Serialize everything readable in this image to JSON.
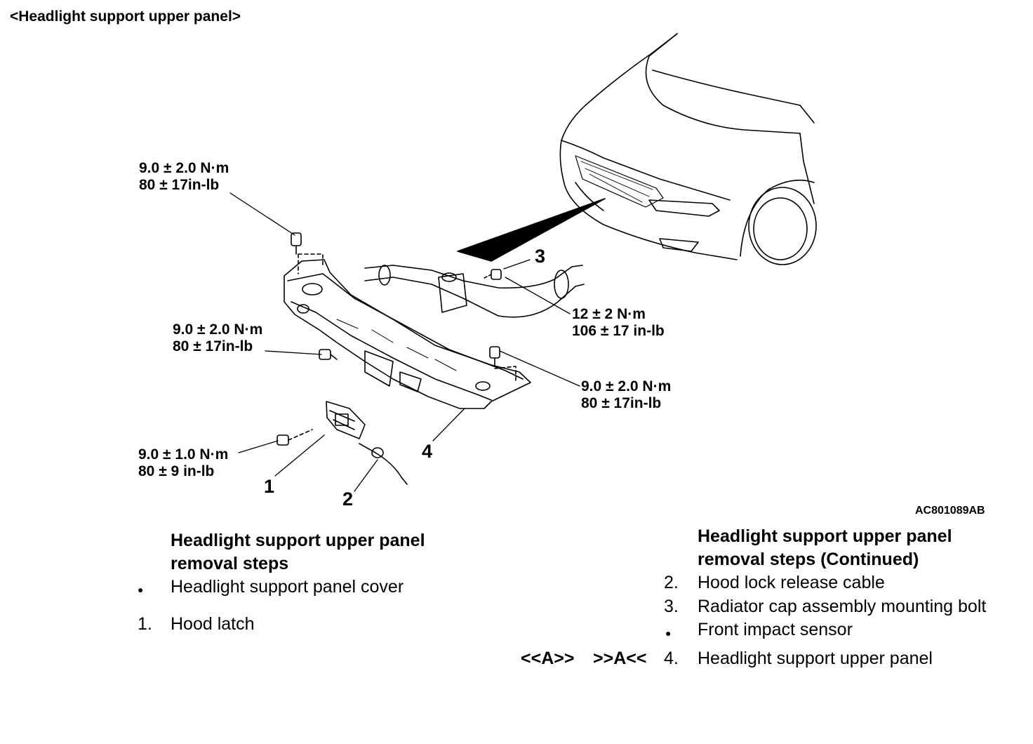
{
  "header": {
    "title": "<Headlight support upper panel>"
  },
  "figure": {
    "reference": "AC801089AB",
    "torques": [
      {
        "nm": "9.0 ± 2.0 N·m",
        "inlb": "80 ± 17in-lb"
      },
      {
        "nm": "9.0 ± 2.0 N·m",
        "inlb": "80 ± 17in-lb"
      },
      {
        "nm": "12 ± 2 N·m",
        "inlb": "106 ± 17 in-lb"
      },
      {
        "nm": "9.0 ± 2.0 N·m",
        "inlb": "80 ± 17in-lb"
      },
      {
        "nm": "9.0 ± 1.0 N·m",
        "inlb": "80 ± 9 in-lb"
      }
    ],
    "callouts": [
      "1",
      "2",
      "3",
      "4"
    ]
  },
  "steps_left": {
    "heading_line1": "Headlight support upper panel",
    "heading_line2": "removal steps",
    "items": [
      {
        "marker": "●",
        "text": "Headlight support panel cover"
      },
      {
        "marker": "1.",
        "text": "Hood latch"
      }
    ]
  },
  "steps_right": {
    "heading_line1": "Headlight support upper panel",
    "heading_line2": "removal steps (Continued)",
    "items": [
      {
        "marker": "2.",
        "text": "Hood lock release cable"
      },
      {
        "marker": "3.",
        "text": "Radiator cap assembly mounting bolt"
      },
      {
        "marker": "●",
        "text": "Front impact sensor"
      },
      {
        "marker": "4.",
        "text": "Headlight support upper panel",
        "ref_a": "<<A>>",
        "ref_b": ">>A<<"
      }
    ]
  }
}
